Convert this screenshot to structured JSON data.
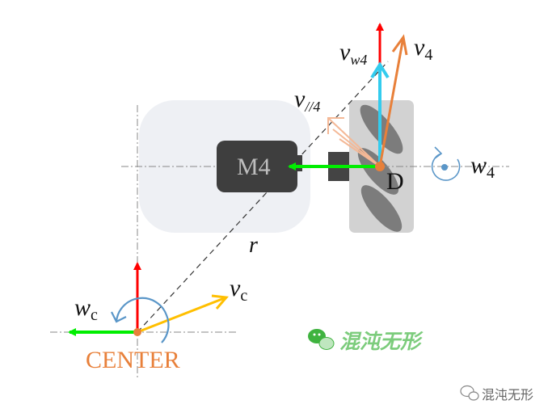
{
  "labels": {
    "motor": "M4",
    "point_d": "D",
    "center": "CENTER",
    "radius": "r",
    "v4_main": "v",
    "v4_sub": "4",
    "vw4_main": "v",
    "vw4_sub": "w4",
    "vpar4_main": "v",
    "vpar4_sub": "//4",
    "w4_main": "w",
    "w4_sub": "4",
    "wc_main": "w",
    "wc_sub": "c",
    "vc_main": "v",
    "vc_sub": "c"
  },
  "watermark": {
    "text": "混沌无形",
    "footer_text": "混沌无形"
  },
  "colors": {
    "red": "#ff0000",
    "green": "#00ee00",
    "cyan": "#33ccee",
    "orange": "#e8803a",
    "peach": "#f4b896",
    "gold": "#ffbf00",
    "blue": "#5a96c8",
    "center_text": "#e8803a"
  }
}
